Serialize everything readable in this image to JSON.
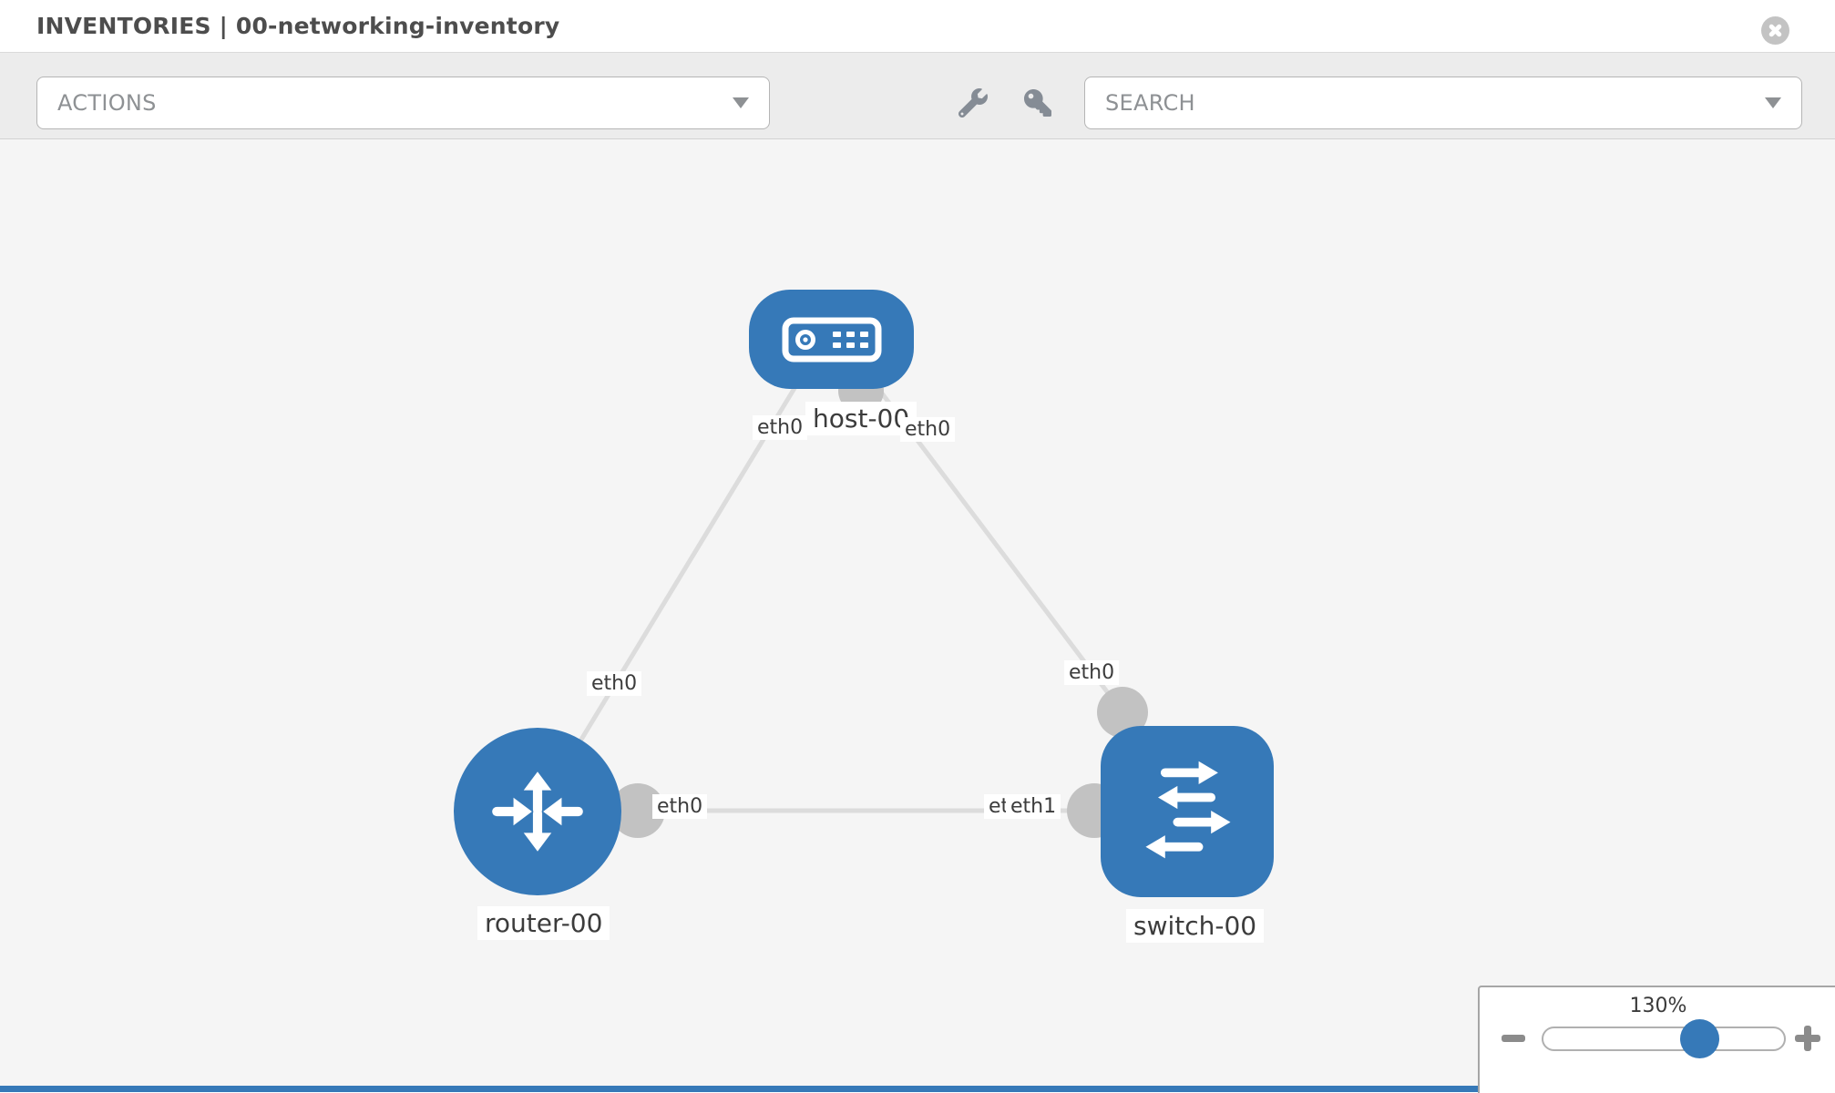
{
  "header": {
    "title": "INVENTORIES | 00-networking-inventory"
  },
  "toolbar": {
    "actions_label": "ACTIONS",
    "search_label": "SEARCH"
  },
  "icons": {
    "close": "x-circle",
    "actions_caret": "chevron-down",
    "search_caret": "chevron-down",
    "tool_1": "wrench",
    "tool_2": "key",
    "zoom_out": "minus",
    "zoom_in": "plus",
    "node_host": "server",
    "node_router": "router-arrows",
    "node_switch": "switch-arrows"
  },
  "graph": {
    "nodes": [
      {
        "id": "host-00",
        "type": "host",
        "label": "host-00"
      },
      {
        "id": "router-00",
        "type": "router",
        "label": "router-00"
      },
      {
        "id": "switch-00",
        "type": "switch",
        "label": "switch-00"
      }
    ],
    "links": [
      {
        "source": "router-00",
        "target": "host-00",
        "source_port": "eth0",
        "target_port": "eth0"
      },
      {
        "source": "host-00",
        "target": "switch-00",
        "source_port": "eth0",
        "target_port": "eth0"
      },
      {
        "source": "router-00",
        "target": "switch-00",
        "source_port": "eth0",
        "target_port": "eth1"
      }
    ],
    "port_labels": [
      "eth0",
      "eth0",
      "eth0",
      "eth0",
      "eth0",
      "eth0",
      "eth1"
    ],
    "colors": {
      "node_fill": "#3679b8",
      "link": "#dcdcdc",
      "connector": "#c2c2c2",
      "canvas_bg": "#f5f5f5",
      "label_bg": "#ffffff"
    }
  },
  "zoom_control": {
    "level": "130%"
  }
}
